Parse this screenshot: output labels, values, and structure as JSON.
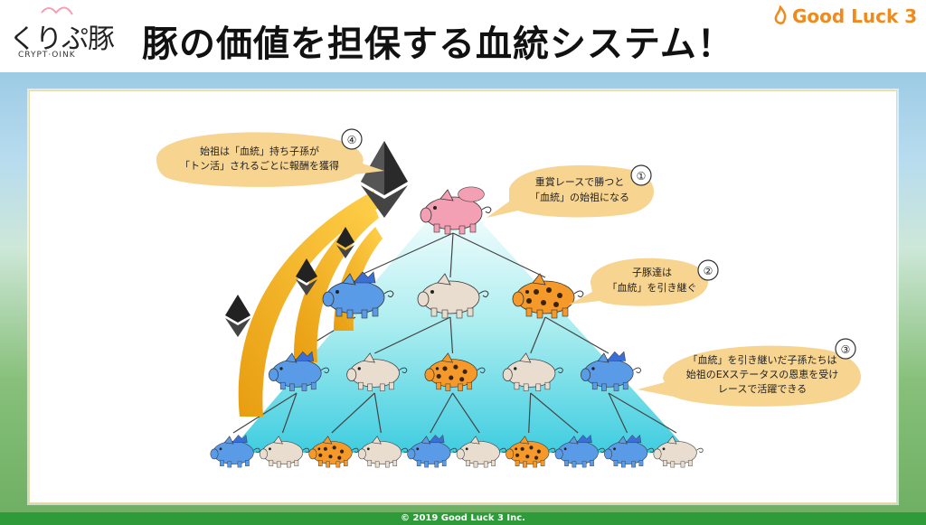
{
  "header": {
    "logo_text": "くりぷ豚",
    "logo_sub": "CRYPT·OINK",
    "title": "豚の価値を担保する血統システム！",
    "brand": "Good Luck 3"
  },
  "diagram": {
    "callouts": [
      {
        "number": "④",
        "lines": [
          "始祖は「血統」持ち子孫が",
          "「トン活」されるごとに報酬を獲得"
        ]
      },
      {
        "number": "①",
        "lines": [
          "重賞レースで勝つと",
          "「血統」の始祖になる"
        ]
      },
      {
        "number": "②",
        "lines": [
          "子豚達は",
          "「血統」を引き継ぐ"
        ]
      },
      {
        "number": "③",
        "lines": [
          "「血統」を引き継いだ子孫たちは",
          "始祖のEXステータスの恩恵を受け",
          "レースで活躍できる"
        ]
      }
    ],
    "pig_colors": {
      "pink": "#f4a0b4",
      "blue": "#5a9be8",
      "cream": "#e9ddd0",
      "leopard": "#f59a2a"
    },
    "rows": [
      [
        "pink"
      ],
      [
        "blue",
        "cream",
        "leopard"
      ],
      [
        "blue",
        "cream",
        "leopard",
        "cream",
        "blue"
      ],
      [
        "blue",
        "cream",
        "leopard",
        "cream",
        "blue",
        "cream",
        "leopard",
        "blue",
        "blue",
        "cream"
      ]
    ],
    "token_icon": "ethereum-icon",
    "accent": "#f2b21b"
  },
  "footer": {
    "copyright": "© 2019 Good Luck 3 Inc."
  }
}
